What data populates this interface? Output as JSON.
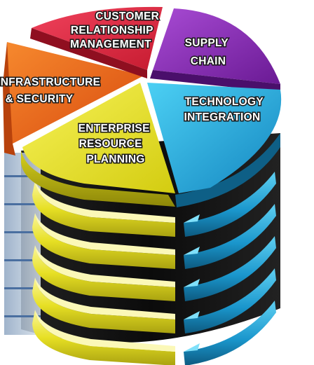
{
  "diagram": {
    "segments": [
      {
        "id": "crm",
        "lines": [
          "CUSTOMER",
          "RELATIONSHIP",
          "MANAGEMENT"
        ],
        "color": "#e4263a"
      },
      {
        "id": "supply",
        "lines": [
          "SUPPLY",
          "CHAIN"
        ],
        "color": "#8a2bb5"
      },
      {
        "id": "tech",
        "lines": [
          "TECHNOLOGY",
          "INTEGRATION"
        ],
        "color": "#1ea3d8"
      },
      {
        "id": "erp",
        "lines": [
          "ENTERPRISE",
          "RESOURCE",
          "PLANNING"
        ],
        "color": "#e9e21c"
      },
      {
        "id": "infra",
        "lines": [
          "INFRASTRUCTURE",
          "& SECURITY"
        ],
        "color": "#ee6a1a"
      }
    ],
    "layer_count": 5
  }
}
